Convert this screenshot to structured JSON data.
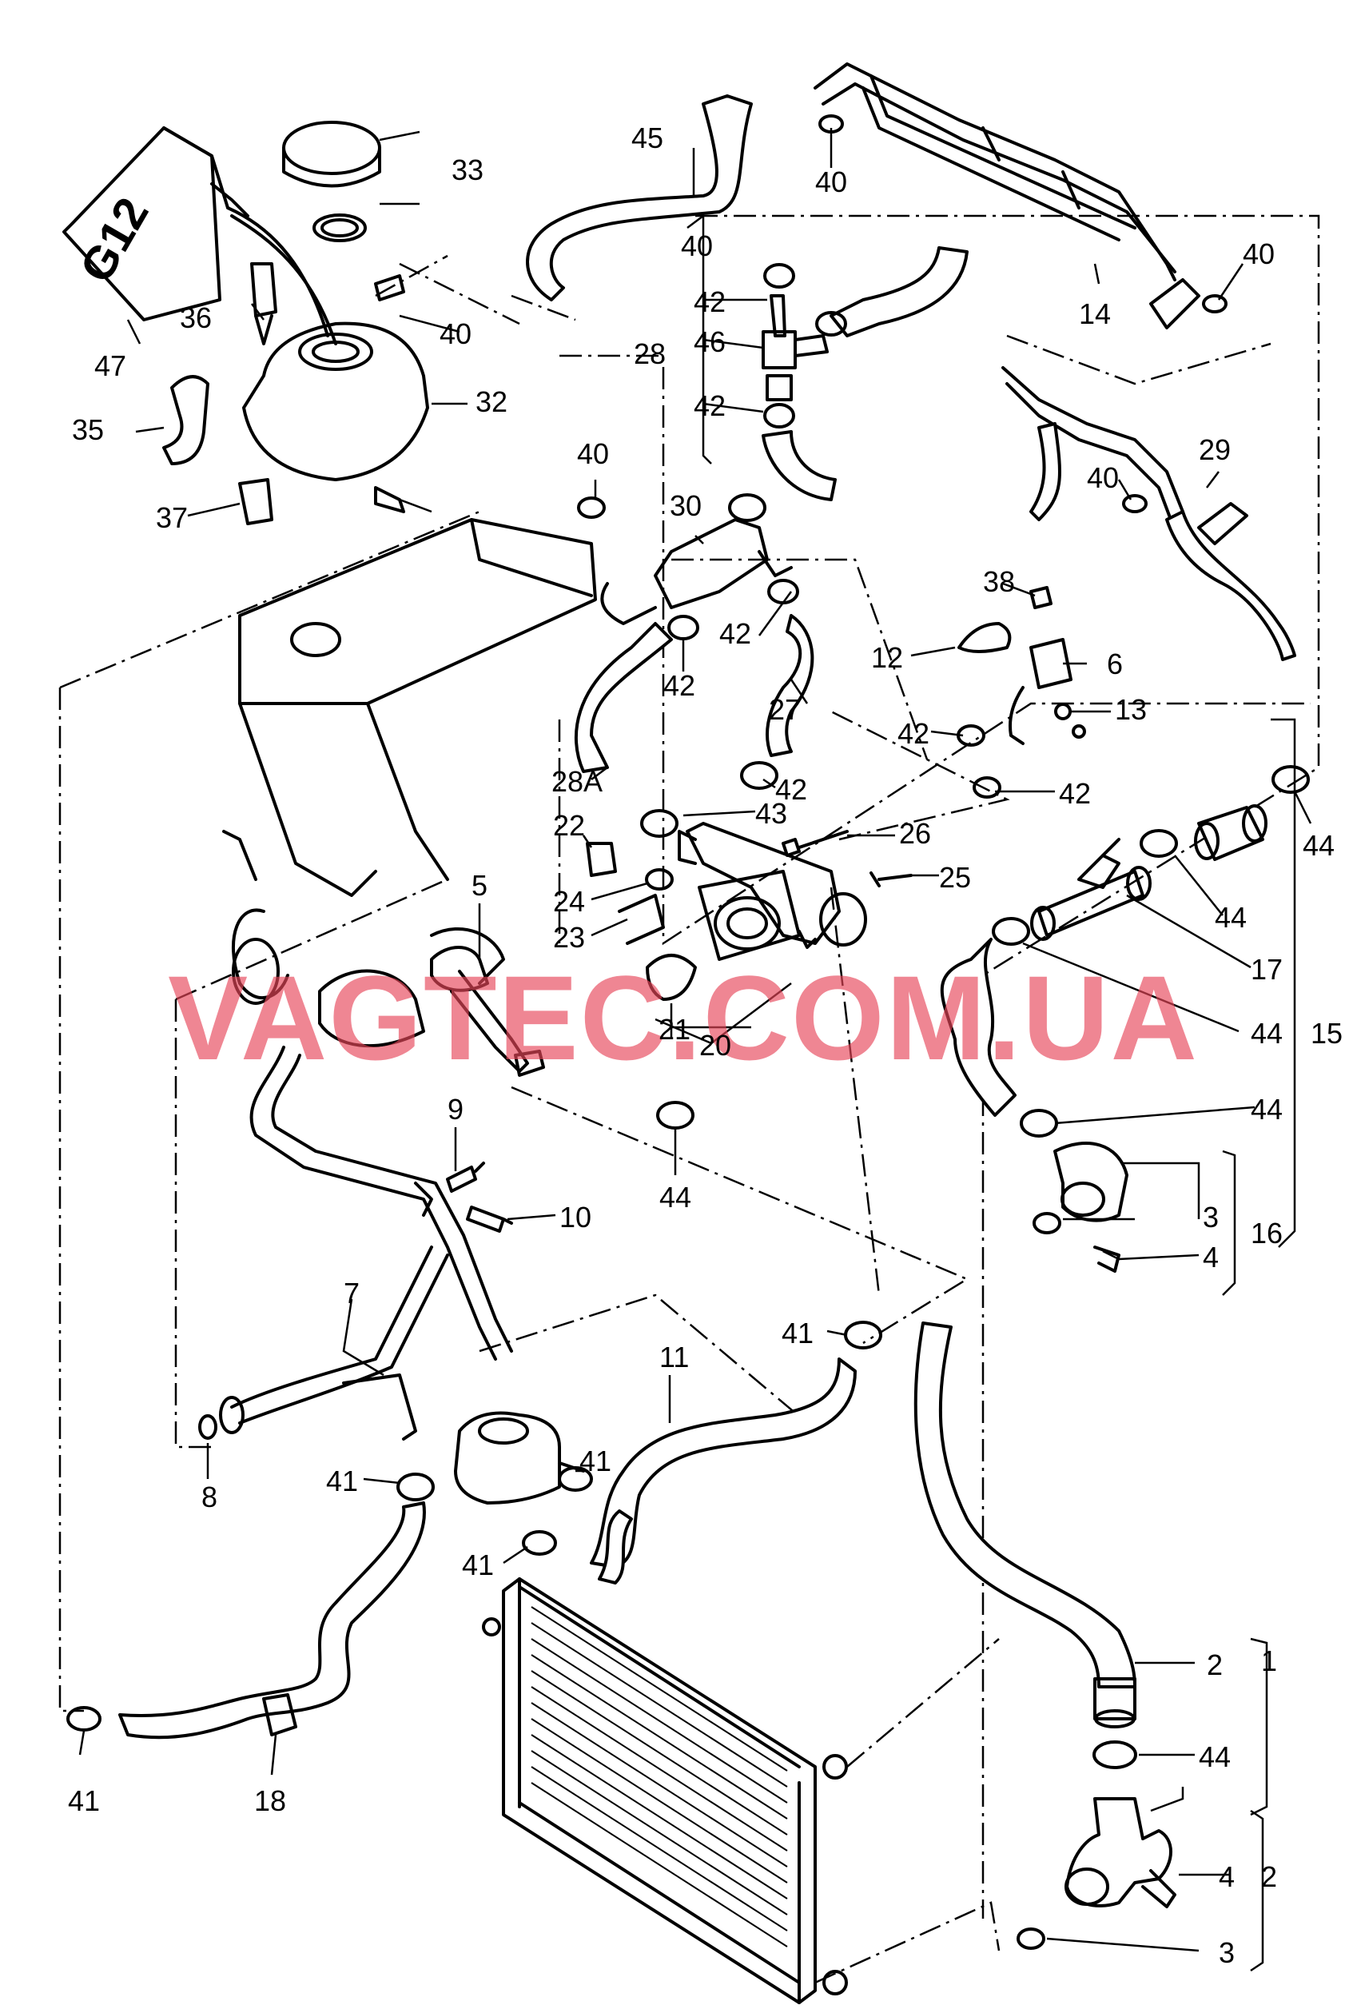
{
  "watermark": "VAGTEC.COM.UA",
  "labels": {
    "l45": "45",
    "l40a": "40",
    "l33": "33",
    "l40b": "40",
    "l14": "14",
    "l40c": "40",
    "l42a": "42",
    "l46": "46",
    "l28": "28",
    "l42b": "42",
    "l36": "36",
    "l47": "47",
    "l40d": "40",
    "l32": "32",
    "l35": "35",
    "l37": "37",
    "l40e": "40",
    "l30": "30",
    "l29": "29",
    "l40f": "40",
    "l42c": "42",
    "l42d": "42",
    "l38": "38",
    "l12": "12",
    "l6": "6",
    "l27": "27",
    "l13": "13",
    "l42e": "42",
    "l28a": "28A",
    "l42f": "42",
    "l42g": "42",
    "l43": "43",
    "l22": "22",
    "l26": "26",
    "l44a": "44",
    "l25": "25",
    "l5": "5",
    "l24": "24",
    "l23": "23",
    "l44b": "44",
    "l17": "17",
    "l21": "21",
    "l44c": "44",
    "l15": "15",
    "l20": "20",
    "l44d": "44",
    "l9": "9",
    "l44e": "44",
    "l10": "10",
    "l3a": "3",
    "l16": "16",
    "l4a": "4",
    "l7": "7",
    "l41a": "41",
    "l11": "11",
    "l41b": "41",
    "l8": "8",
    "l41c": "41",
    "l41d": "41",
    "l2a": "2",
    "l1": "1",
    "l44f": "44",
    "l41e": "41",
    "l18": "18",
    "l4b": "4",
    "l2b": "2",
    "l3b": "3"
  }
}
